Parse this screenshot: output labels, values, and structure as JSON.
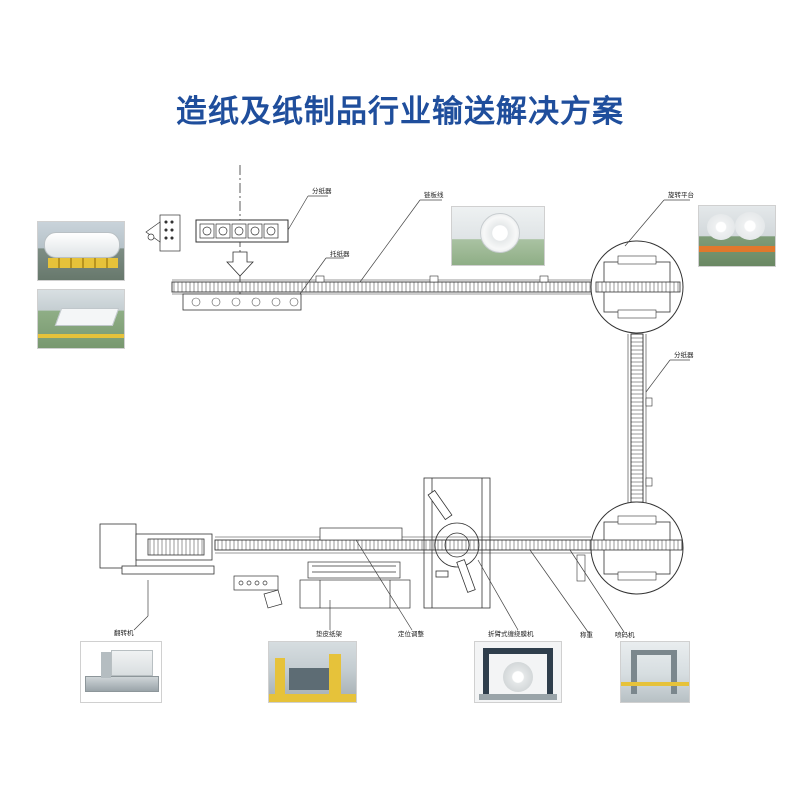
{
  "title": "造纸及纸制品行业输送解决方案",
  "labels": {
    "fenzhiqi_top": "分纸器",
    "tuozhiqi": "托纸器",
    "lianbanxian": "链板线",
    "xuanzhuan_pingtai": "旋转平台",
    "fenzhiqi_right": "分纸器",
    "fanzhuanji": "翻转机",
    "dianpianji": "垫皮纸架",
    "dingweitiaozheng": "定位调整",
    "chanrao_jiqi": "折臂式缠绕膜机",
    "chengzhong": "称重",
    "penmaji": "喷码机"
  },
  "colors": {
    "title": "#1f4e9c",
    "line": "#333333",
    "roller": "#9aa6b2",
    "photo_floor": "#7fa37a",
    "photo_yellow": "#e6c23a"
  },
  "photos": [
    {
      "name": "paper-roll-production-photo",
      "icon": "paper-roll"
    },
    {
      "name": "paper-sheet-line-photo",
      "icon": "paper-sheet"
    },
    {
      "name": "single-paper-roll-photo",
      "icon": "paper-roll"
    },
    {
      "name": "paper-rolls-on-rail-photo",
      "icon": "paper-roll"
    },
    {
      "name": "turnover-machine-photo",
      "icon": "machine"
    },
    {
      "name": "factory-line-photo",
      "icon": "factory"
    },
    {
      "name": "wrapping-machine-photo",
      "icon": "wrapper"
    },
    {
      "name": "inkjet-station-photo",
      "icon": "factory"
    }
  ]
}
